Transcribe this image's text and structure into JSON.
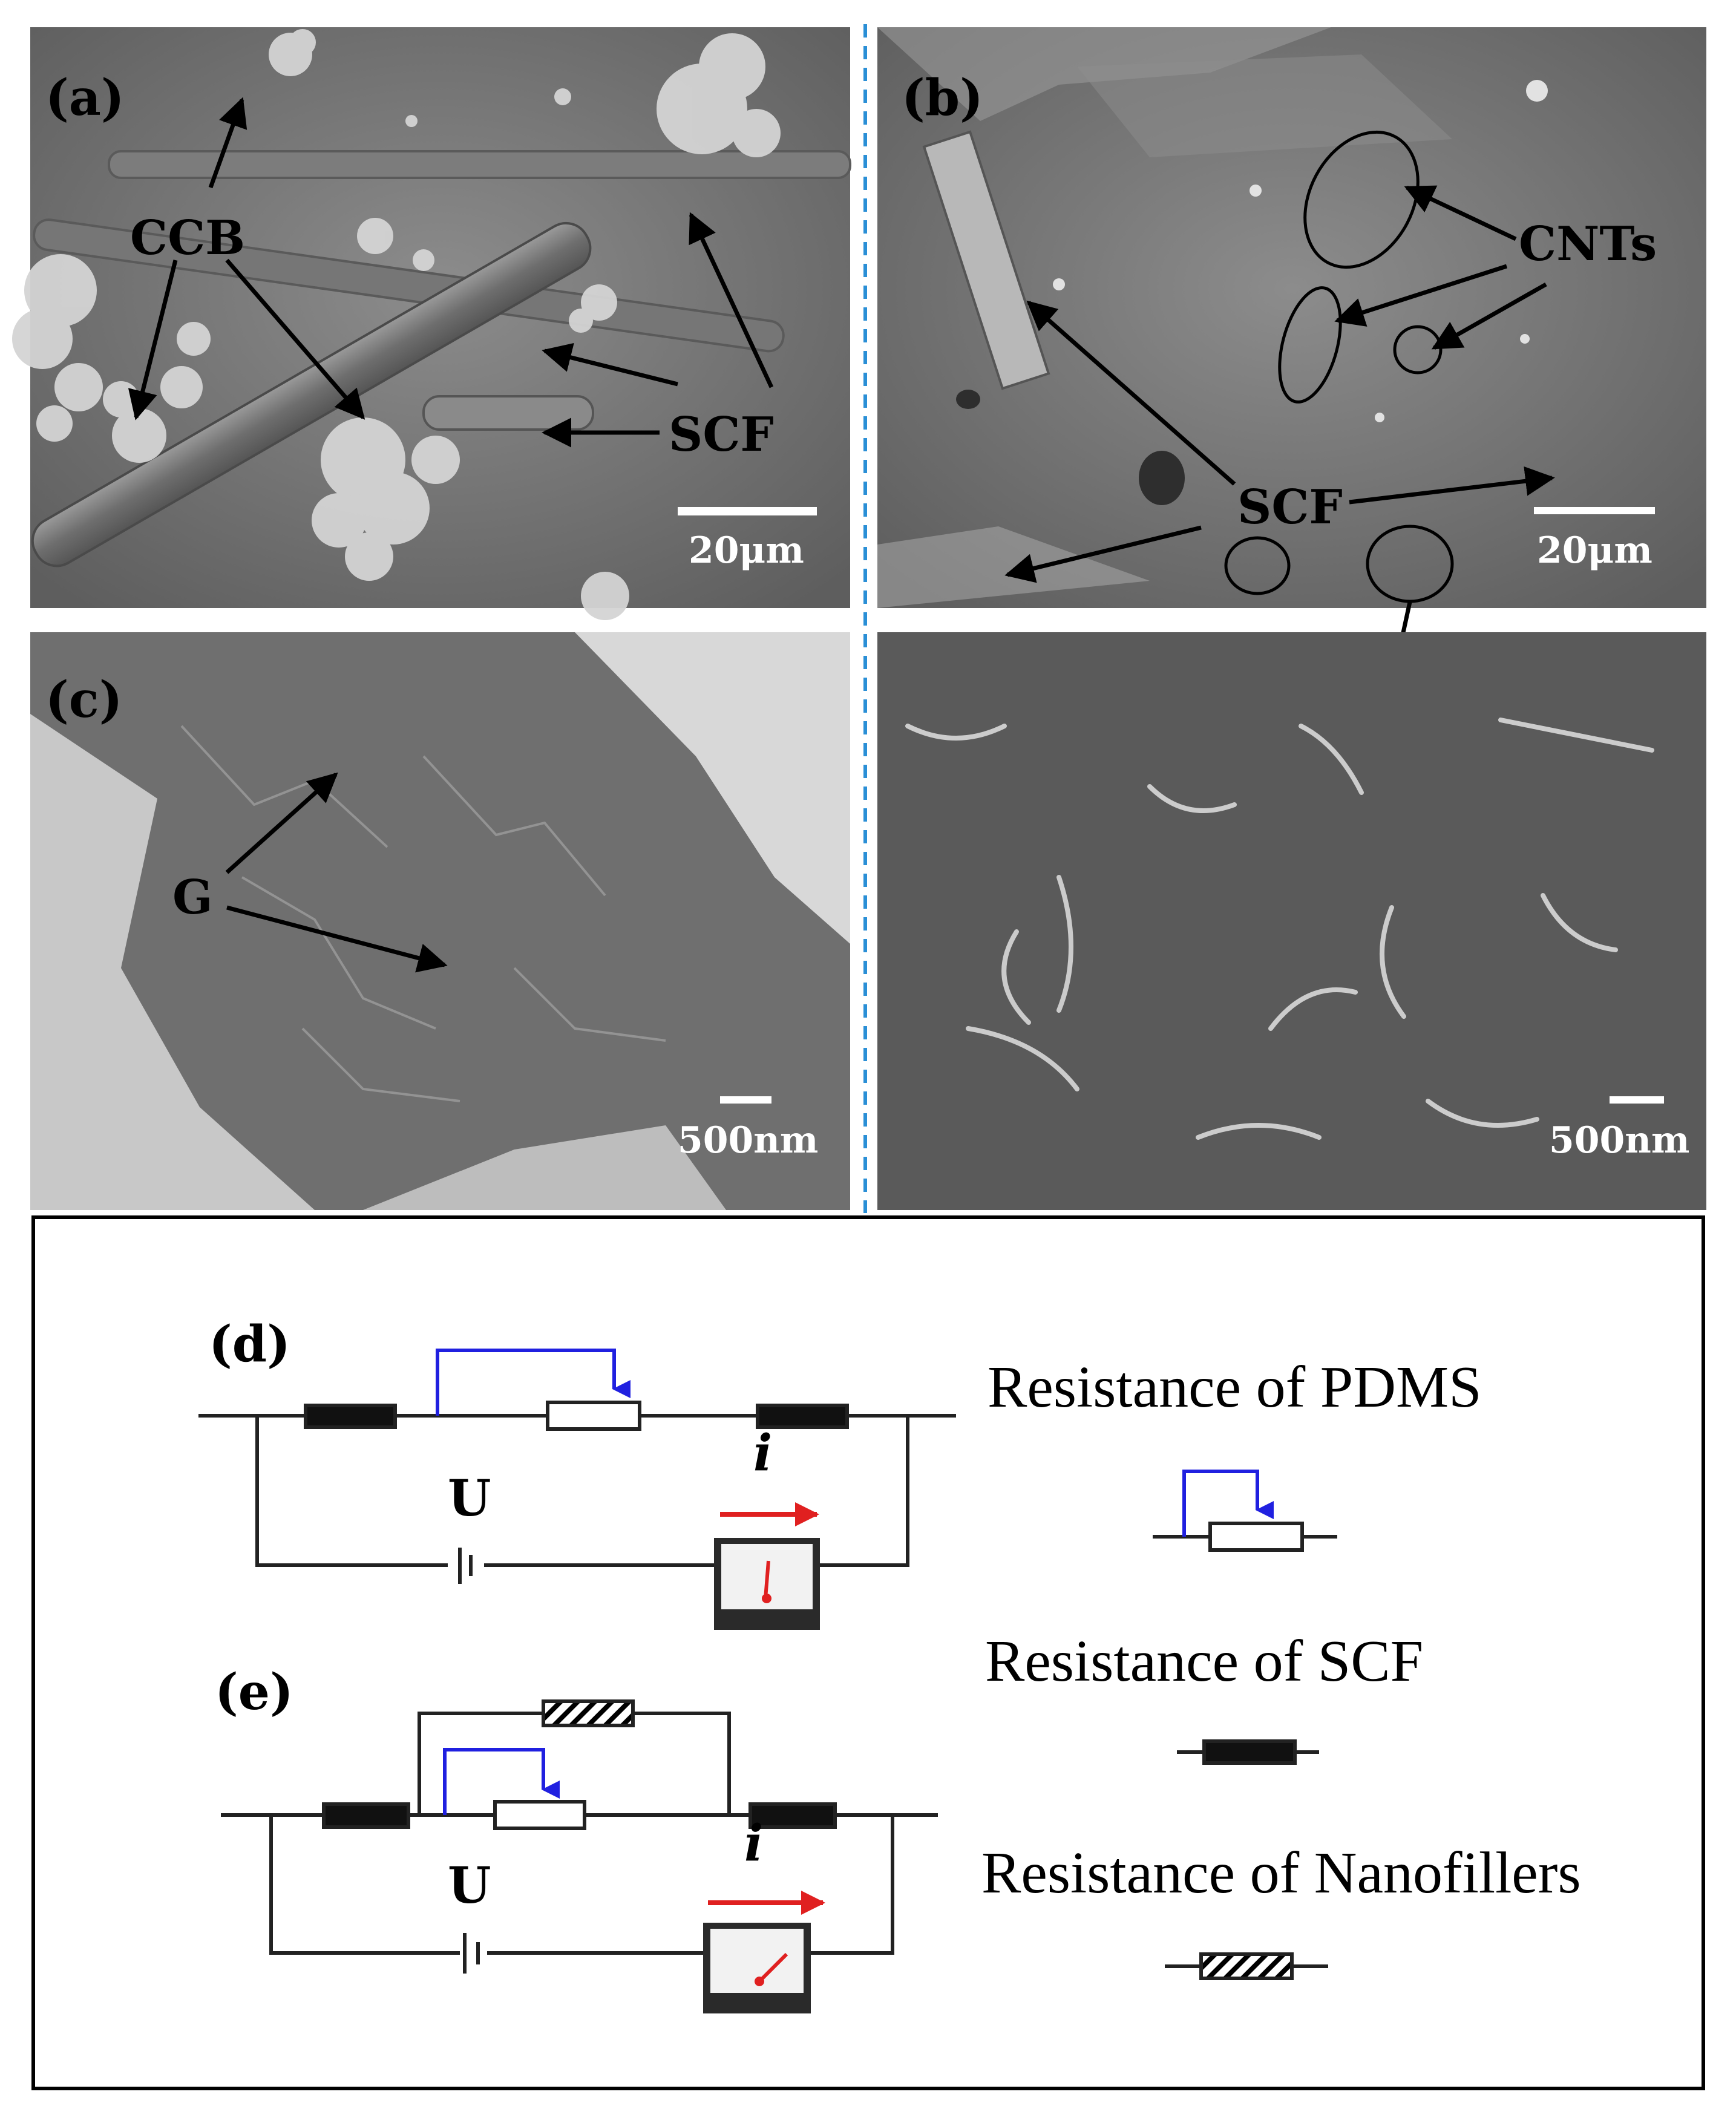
{
  "panels": {
    "a": {
      "label": "(a)",
      "annotations": [
        "CCB",
        "SCF"
      ],
      "scale_bar": "20μm"
    },
    "b": {
      "label": "(b)",
      "annotations": [
        "CNTs",
        "SCF"
      ],
      "scale_bar": "20μm"
    },
    "c": {
      "label": "(c)",
      "annotations": [
        "G"
      ],
      "scale_bar": "500nm"
    },
    "b_zoom": {
      "scale_bar": "500nm"
    },
    "d": {
      "label": "(d)",
      "voltage": "U",
      "current": "i"
    },
    "e": {
      "label": "(e)",
      "voltage": "U",
      "current": "i"
    }
  },
  "legend": {
    "pdms": "Resistance of PDMS",
    "scf": "Resistance of SCF",
    "nanofillers": "Resistance of Nanofillers"
  },
  "colors": {
    "sem_background": "#7a7a7a",
    "divider": "#2a8fd6",
    "pdms_arrow": "#2020e0",
    "current_arrow": "#e02020",
    "resistor_fill_scf": "#000000"
  }
}
